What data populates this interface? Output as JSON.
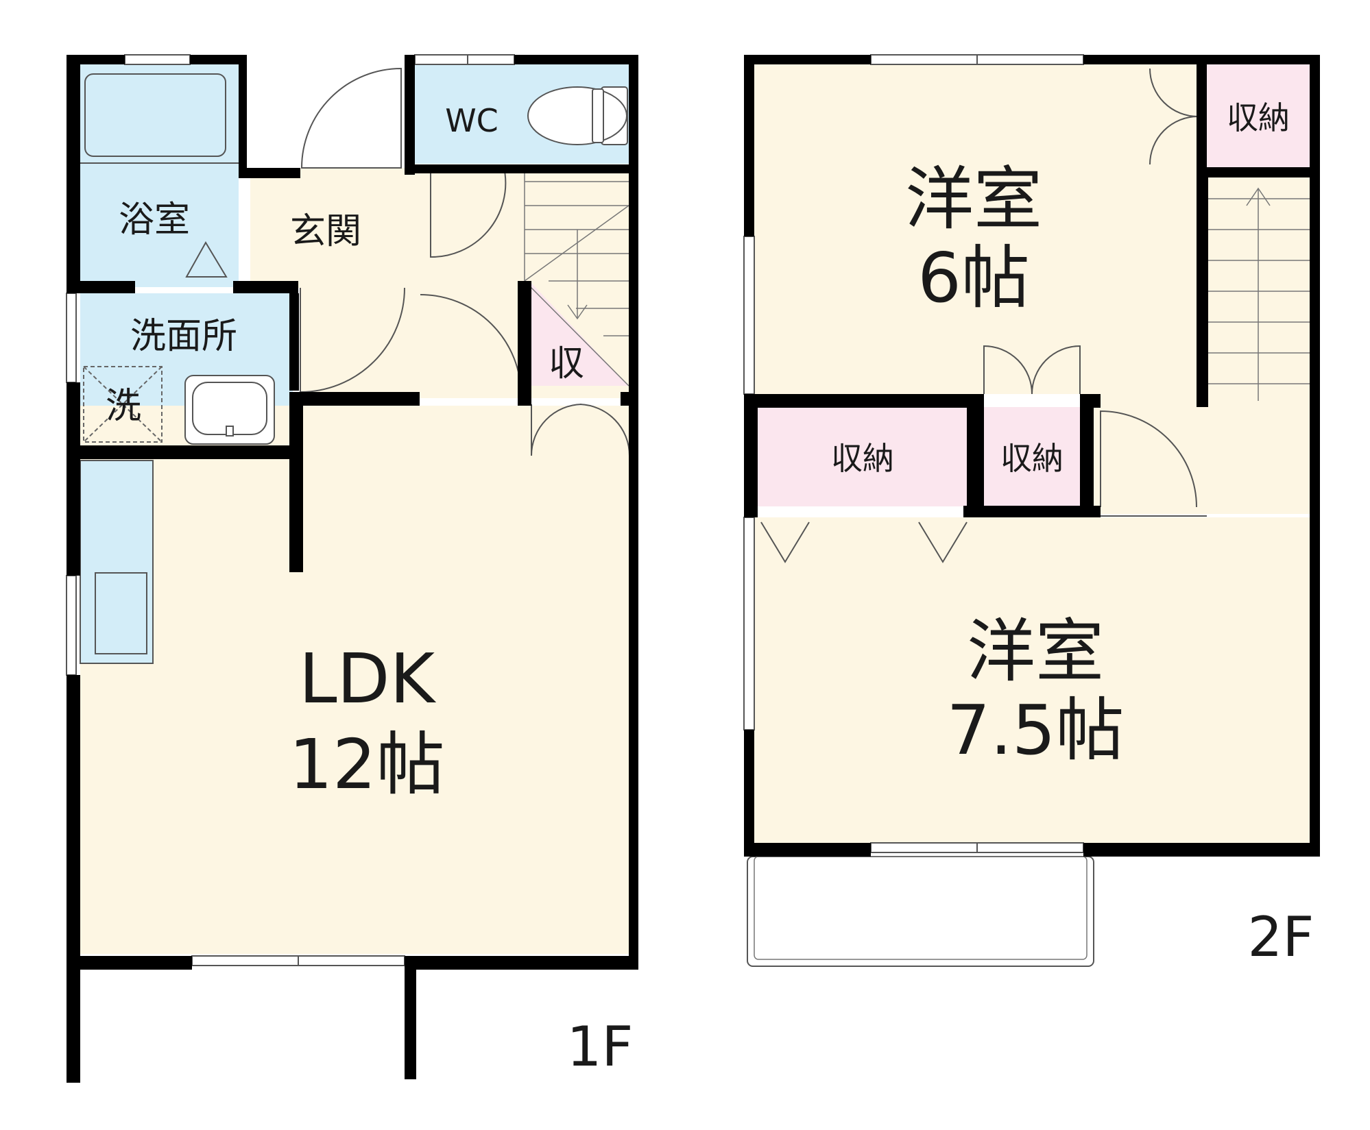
{
  "colors": {
    "wall": "#000000",
    "living_floor": "#fdf6e3",
    "wet_area": "#d3edf8",
    "storage": "#fbe6ee",
    "background": "#ffffff"
  },
  "floor1": {
    "label": "1F",
    "rooms": {
      "bath": "浴室",
      "entrance": "玄関",
      "wc": "WC",
      "washroom": "洗面所",
      "washer": "洗",
      "storage": "収",
      "ldk_name": "LDK",
      "ldk_size": "12帖"
    }
  },
  "floor2": {
    "label": "2F",
    "rooms": {
      "room_a_name": "洋室",
      "room_a_size": "6帖",
      "room_b_name": "洋室",
      "room_b_size": "7.5帖",
      "closet_top": "収納",
      "closet_left": "収納",
      "closet_mid": "収納"
    }
  }
}
